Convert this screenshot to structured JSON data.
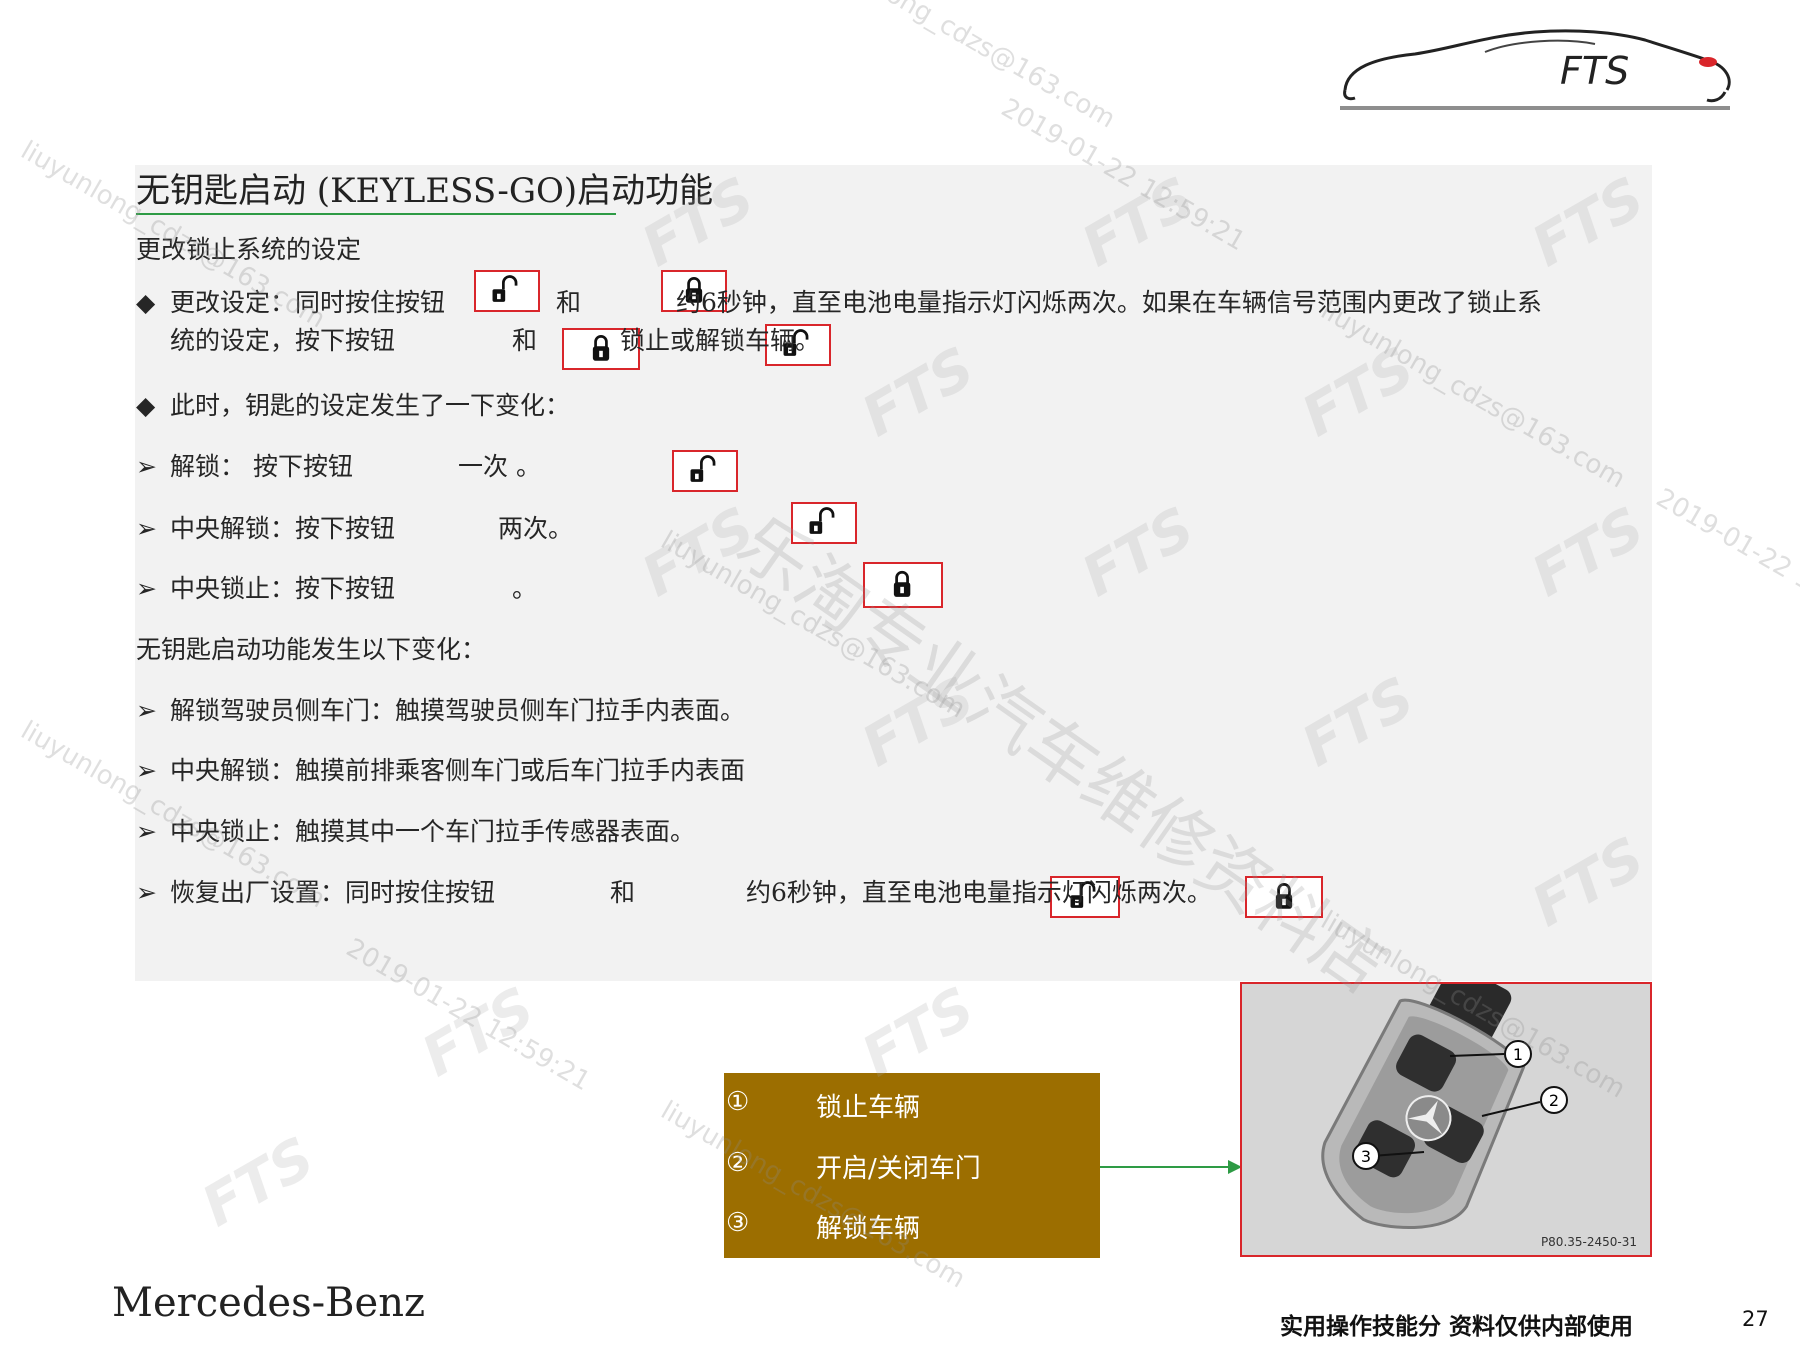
{
  "title": "无钥匙启动 (KEYLESS-GO)启动功能",
  "section1_heading": "更改锁止系统的设定",
  "line_change": {
    "prefix": "更改设定：同时按住按钮",
    "and": "和",
    "suffix": "约6秒钟，直至电池电量指示灯闪烁两次。如果在车辆信号范围内更改了锁止系",
    "cont_prefix": "统的设定，按下按钮",
    "cont_and": "和",
    "cont_suffix": "锁止或解锁车辆。"
  },
  "line_changes_intro": "此时，钥匙的设定发生了一下变化：",
  "line_unlock": {
    "label": "解锁：  按下按钮",
    "suffix": "一次 。"
  },
  "line_central_unlock": {
    "label": "中央解锁：按下按钮",
    "suffix": "两次。"
  },
  "line_central_lock": {
    "label": "中央锁止：按下按钮",
    "suffix": "。"
  },
  "section2_heading": "无钥匙启动功能发生以下变化：",
  "line_driver_door": "解锁驾驶员侧车门：触摸驾驶员侧车门拉手内表面。",
  "line_central_unlock2": "中央解锁：触摸前排乘客侧车门或后车门拉手内表面",
  "line_central_lock2": "中央锁止：触摸其中一个车门拉手传感器表面。",
  "line_reset": {
    "prefix": "恢复出厂设置：同时按住按钮",
    "and": "和",
    "suffix": "约6秒钟，直至电池电量指示灯闪烁两次。"
  },
  "bullets": {
    "diamond": "◆",
    "arrow": "➢"
  },
  "legend": [
    {
      "num": "①",
      "text": "锁止车辆"
    },
    {
      "num": "②",
      "text": "开启/关闭车门"
    },
    {
      "num": "③",
      "text": "解锁车辆"
    }
  ],
  "photo_callouts": [
    "1",
    "2",
    "3"
  ],
  "photo_code": "P80.35-2450-31",
  "logo_text": "FTS",
  "brand": "Mercedes-Benz",
  "footer": "实用操作技能分 资料仅供内部使用",
  "page_number": "27",
  "watermarks": {
    "fts": "FTS",
    "email": "liuyunlong_cdzs@163.com",
    "date": "2019-01-22 12:59:21",
    "shop": "乐淘专业汽车维修资料店"
  },
  "colors": {
    "accent_green": "#2e9b45",
    "legend_bg": "#9c6e00",
    "button_border": "#d9262b",
    "panel_bg": "#f2f2f2"
  }
}
